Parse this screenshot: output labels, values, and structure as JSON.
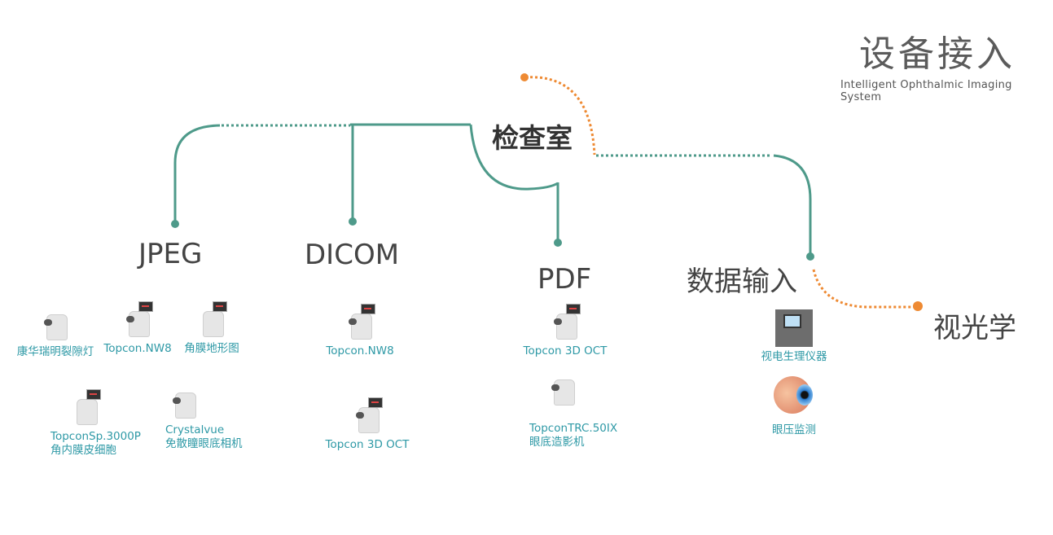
{
  "header": {
    "title": "设备接入",
    "subtitle": "Intelligent Ophthalmic Imaging System"
  },
  "colors": {
    "teal": "#4e9a8a",
    "orange": "#ee8a33",
    "device_text": "#2e99a6",
    "heading_text": "#444444"
  },
  "diagram": {
    "center": "检查室",
    "nodes": {
      "jpeg": "JPEG",
      "dicom": "DICOM",
      "pdf": "PDF",
      "data_input": "数据输入",
      "optometry": "视光学"
    }
  },
  "devices": {
    "jpeg": [
      {
        "label": "康华瑞明裂隙灯",
        "icon": "slit-lamp-icon"
      },
      {
        "label": "Topcon.NW8",
        "icon": "fundus-camera-icon"
      },
      {
        "label": "角膜地形图",
        "icon": "corneal-topographer-icon"
      },
      {
        "label": "TopconSp.3000P",
        "label2": "角内膜皮细胞",
        "icon": "specular-microscope-icon"
      },
      {
        "label": "Crystalvue",
        "label2": "免散瞳眼底相机",
        "icon": "non-mydriatic-camera-icon"
      }
    ],
    "dicom": [
      {
        "label": "Topcon.NW8",
        "icon": "fundus-camera-icon"
      },
      {
        "label": "Topcon 3D OCT",
        "icon": "oct-icon"
      }
    ],
    "pdf": [
      {
        "label": "Topcon  3D OCT",
        "icon": "oct-icon"
      },
      {
        "label": "TopconTRC.50IX",
        "label2": "眼底造影机",
        "icon": "fundus-angiography-icon"
      }
    ],
    "data_input": [
      {
        "label": "视电生理仪器",
        "icon": "electrophysiology-icon"
      },
      {
        "label": "眼压监测",
        "icon": "eyeball-icon"
      }
    ]
  }
}
